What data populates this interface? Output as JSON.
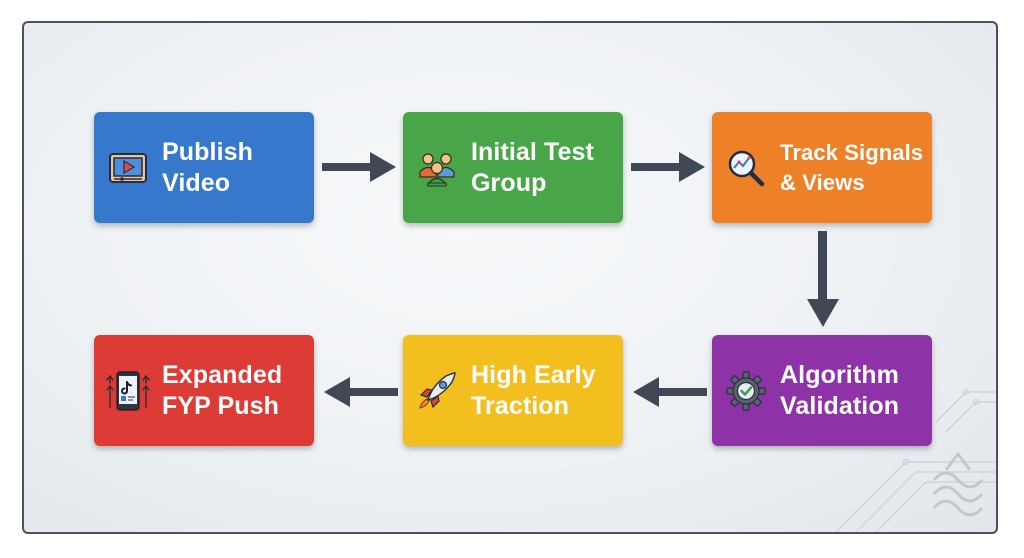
{
  "steps": [
    {
      "id": "publish-video",
      "label": "Publish\nVideo",
      "color": "#3678cc",
      "icon": "video-player-icon"
    },
    {
      "id": "initial-test-group",
      "label": "Initial Test\nGroup",
      "color": "#48a548",
      "icon": "people-group-icon"
    },
    {
      "id": "track-signals",
      "label": "Track Signals\n& Views",
      "color": "#ee8128",
      "icon": "magnifier-chart-icon"
    },
    {
      "id": "algorithm-validation",
      "label": "Algorithm\nValidation",
      "color": "#8e32a8",
      "icon": "gear-check-icon"
    },
    {
      "id": "high-early-traction",
      "label": "High Early\nTraction",
      "color": "#f3bf1e",
      "icon": "rocket-icon"
    },
    {
      "id": "expanded-fyp-push",
      "label": "Expanded\nFYP Push",
      "color": "#dc3b36",
      "icon": "phone-boost-icon"
    }
  ],
  "arrow_color": "#404855"
}
